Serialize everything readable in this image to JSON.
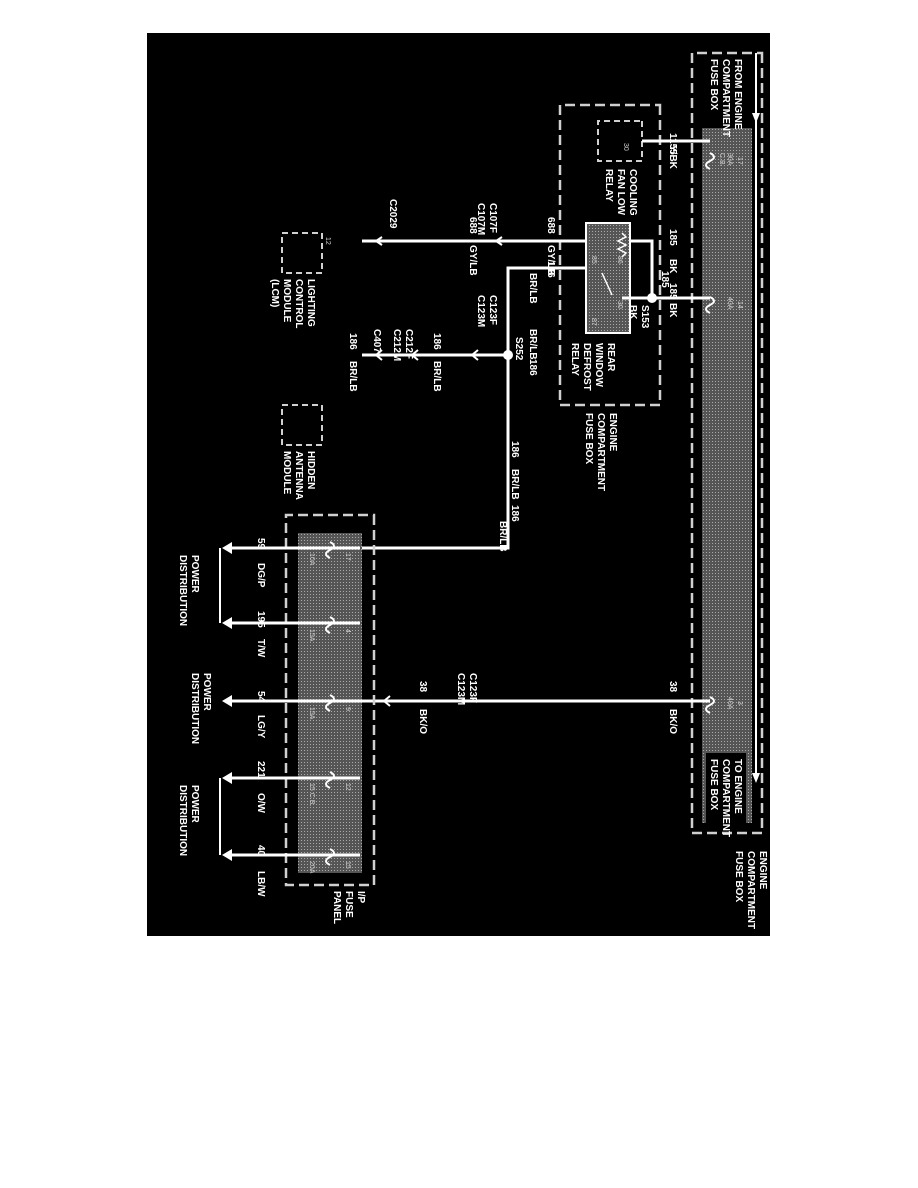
{
  "colors": {
    "background": "#000000",
    "wire": "#ffffff",
    "fuse_fill": "#7a7a7a",
    "dash": "#d0d0d0"
  },
  "header": {
    "from_efb": [
      "FROM ENGINE",
      "COMPARTMENT",
      "FUSE BOX"
    ],
    "to_efb": [
      "TO ENGINE",
      "COMPARTMENT",
      "FUSE BOX"
    ],
    "efb_label": [
      "ENGINE",
      "COMPARTMENT",
      "FUSE BOX"
    ],
    "efb_inner_label": [
      "ENGINE",
      "COMPARTMENT",
      "FUSE BOX"
    ],
    "ip_label": [
      "I/P",
      "FUSE",
      "PANEL"
    ]
  },
  "relays": {
    "cooling": [
      "COOLING",
      "FAN LOW",
      "RELAY"
    ],
    "cooling_pin": "30",
    "rear": [
      "REAR",
      "WINDOW",
      "DEFROST",
      "RELAY"
    ],
    "rear_pins": [
      "86",
      "85",
      "30",
      "87"
    ]
  },
  "fuses": {
    "top": [
      {
        "num": "17",
        "amp": "30A",
        "tag": "C.B."
      },
      {
        "num": "14",
        "amp": "40A"
      },
      {
        "num": "3",
        "amp": "40A"
      }
    ],
    "ip": [
      {
        "num": "17",
        "amp": "10A"
      },
      {
        "num": "4",
        "amp": "15A"
      },
      {
        "num": "9",
        "amp": "15A"
      },
      {
        "num": "12",
        "amp": "15 C.B."
      },
      {
        "num": "15",
        "amp": "20A"
      }
    ]
  },
  "wires": {
    "w1155": "1155",
    "w1155_color": "Y/BK",
    "w185a": "185",
    "w185a_color": "BK",
    "w185b": "185",
    "w185b_color": "BK",
    "w185c": "185",
    "w185c_color": "BK",
    "w688a": "688",
    "w688a_color": "GY/LB",
    "w688b": "688",
    "w688b_color": "GY/LB",
    "w186a": "186",
    "w186a_color": "BR/LB",
    "w186b": "186",
    "w186b_color": "BR/LB",
    "w186c": "186",
    "w186c_color": "BR/LB",
    "w186d": "186",
    "w186d_color": "BR/LB",
    "w186e": "186",
    "w186e_color": "BR/LB",
    "w186f": "186",
    "w186f_color": "BR/LB",
    "w38a": "38",
    "w38a_color": "BK/O",
    "w38b": "38",
    "w38b_color": "BK/O",
    "w59": "59",
    "w59_color": "DG/P",
    "w195": "195",
    "w195_color": "T/W",
    "w54": "54",
    "w54_color": "LG/Y",
    "w221": "221",
    "w221_color": "O/W",
    "w40": "40",
    "w40_color": "LB/W"
  },
  "connectors": {
    "c107": [
      "C107F",
      "C107M"
    ],
    "c2029": "C2029",
    "c123a": [
      "C123F",
      "C123M"
    ],
    "c123b": [
      "C123F",
      "C123M"
    ],
    "c212": [
      "C212F",
      "C212M"
    ],
    "c407": "C407",
    "s153": "S153",
    "s252": "S252"
  },
  "modules": {
    "lcm": [
      "LIGHTING",
      "CONTROL",
      "MODULE",
      "(LCM)"
    ],
    "lcm_pin": "12",
    "ham": [
      "HIDDEN",
      "ANTENNA",
      "MODULE"
    ]
  },
  "power": {
    "pd1": [
      "POWER",
      "DISTRIBUTION"
    ],
    "pd2": [
      "POWER",
      "DISTRIBUTION"
    ],
    "pd3": [
      "POWER",
      "DISTRIBUTION"
    ]
  }
}
